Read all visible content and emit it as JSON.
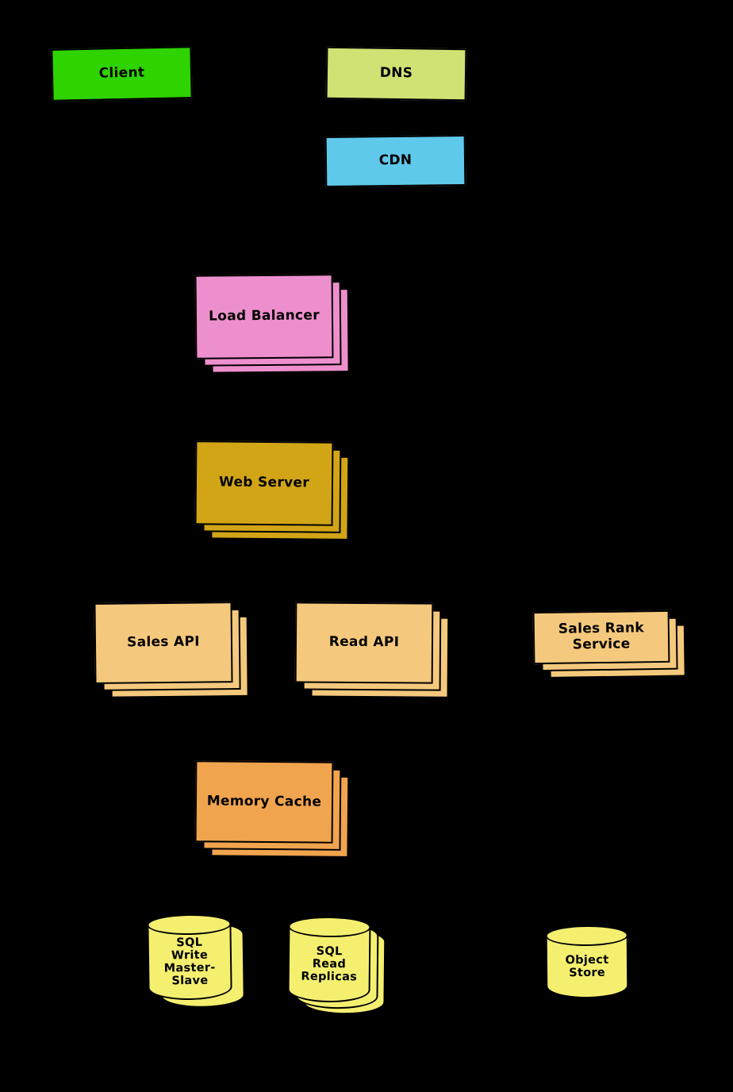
{
  "diagram": {
    "background_color": "#000000",
    "border_color": "#000000",
    "nodes": [
      {
        "id": "client",
        "label": "Client",
        "shape": "box",
        "color": "#2ed300",
        "stack": 1
      },
      {
        "id": "dns",
        "label": "DNS",
        "shape": "box",
        "color": "#cfe273",
        "stack": 1
      },
      {
        "id": "cdn",
        "label": "CDN",
        "shape": "box",
        "color": "#5fc9ec",
        "stack": 1
      },
      {
        "id": "load-balancer",
        "label": "Load Balancer",
        "shape": "box",
        "color": "#ee8fcd",
        "stack": 3
      },
      {
        "id": "web-server",
        "label": "Web Server",
        "shape": "box",
        "color": "#d2a517",
        "stack": 3
      },
      {
        "id": "sales-api",
        "label": "Sales API",
        "shape": "box",
        "color": "#f5c97d",
        "stack": 3
      },
      {
        "id": "read-api",
        "label": "Read API",
        "shape": "box",
        "color": "#f5c97d",
        "stack": 3
      },
      {
        "id": "sales-rank-service",
        "label": "Sales Rank\nService",
        "shape": "box",
        "color": "#f5c97d",
        "stack": 3
      },
      {
        "id": "memory-cache",
        "label": "Memory Cache",
        "shape": "box",
        "color": "#f1a44e",
        "stack": 3
      },
      {
        "id": "sql-write-master-slave",
        "label": "SQL\nWrite\nMaster-\nSlave",
        "shape": "cylinder",
        "color": "#f5ef70",
        "stack": 2
      },
      {
        "id": "sql-read-replicas",
        "label": "SQL\nRead\nReplicas",
        "shape": "cylinder",
        "color": "#f5ef70",
        "stack": 3
      },
      {
        "id": "object-store",
        "label": "Object\nStore",
        "shape": "cylinder",
        "color": "#f5ef70",
        "stack": 1
      }
    ]
  }
}
